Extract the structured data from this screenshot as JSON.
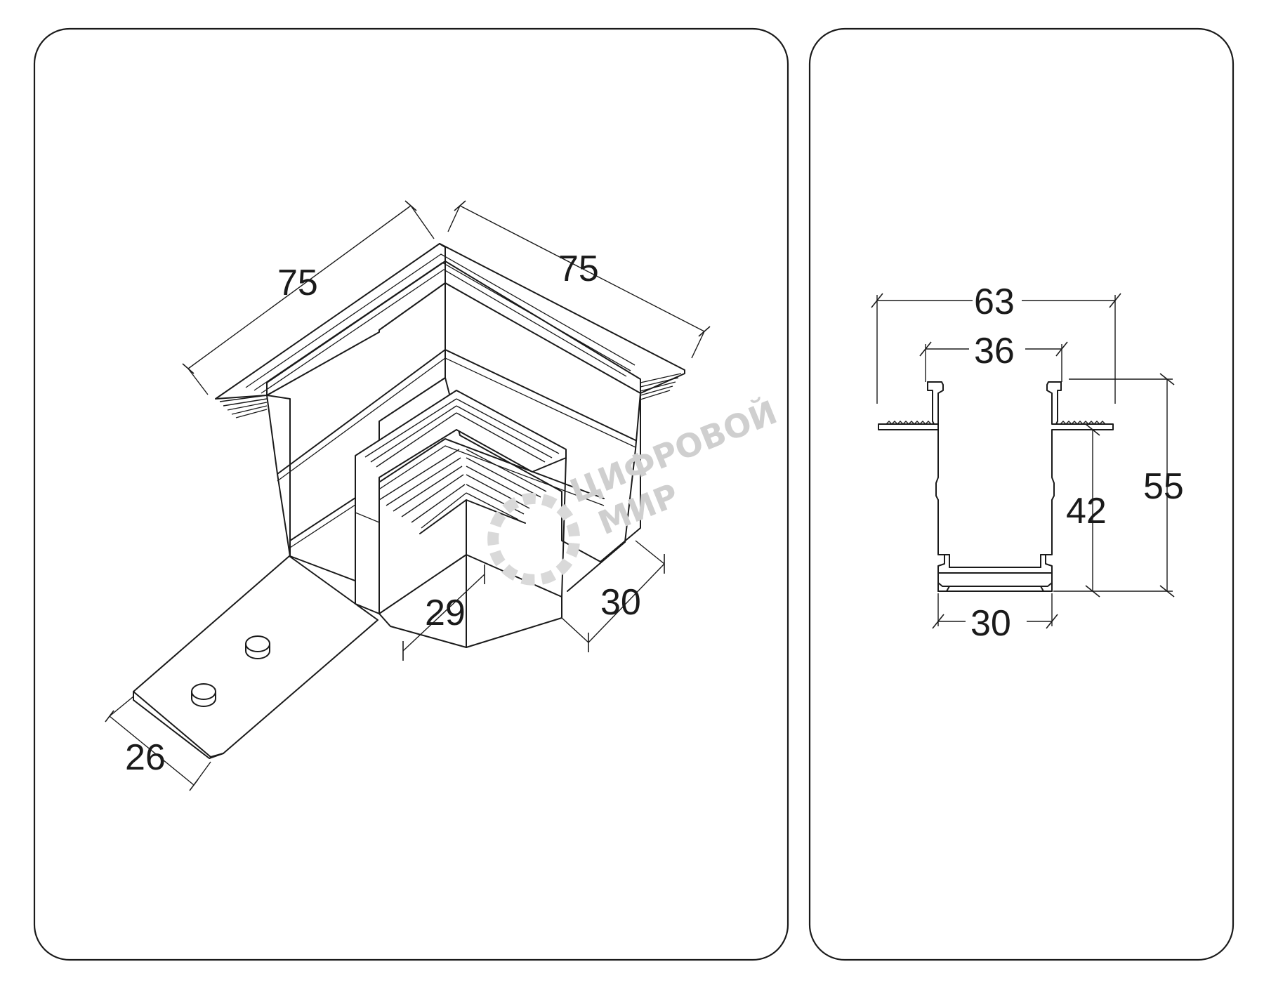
{
  "left_view": {
    "dim_top_left": "75",
    "dim_top_right": "75",
    "dim_inner": "29",
    "dim_side": "30",
    "dim_plate": "26"
  },
  "right_view": {
    "dim_total_width": "63",
    "dim_inner_width": "36",
    "dim_total_height": "55",
    "dim_inner_height": "42",
    "dim_bottom_width": "30"
  },
  "watermark": {
    "line1": "ЦИФРОВОЙ",
    "line2": "МИР"
  },
  "colors": {
    "line": "#1a1a1a",
    "watermark": "#cfcfcf",
    "background": "#ffffff"
  }
}
